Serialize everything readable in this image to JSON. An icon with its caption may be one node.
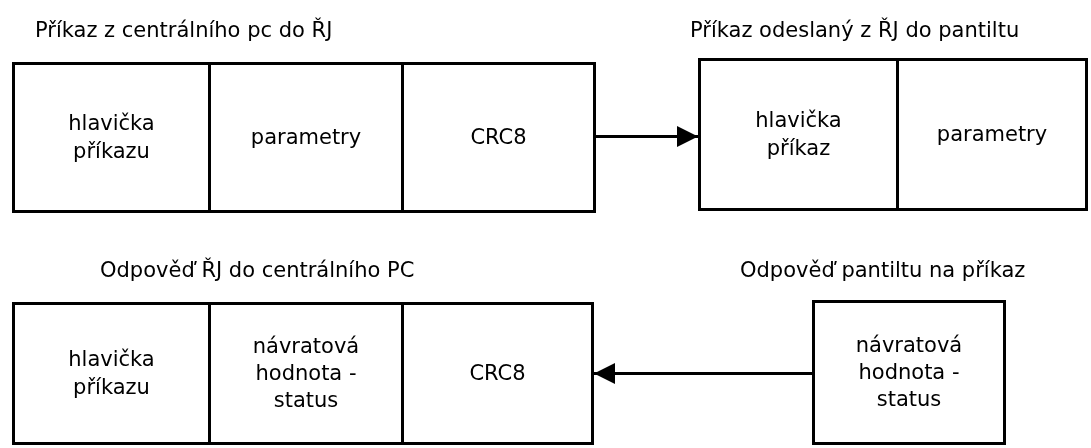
{
  "diagram": {
    "nodes": [
      {
        "text": [
          "Příkaz z centrálního pc do ŘJ"
        ]
      },
      {
        "text": [
          "hlavička příkazu"
        ],
        "in": 0
      },
      {
        "text": [
          "parametry"
        ],
        "in": 0
      },
      {
        "text": [
          "CRC8"
        ],
        "in": 0
      },
      {
        "text": [
          "Příkaz odeslaný z ŘJ do pantiltu"
        ]
      },
      {
        "text": [
          "hlavička příkaz"
        ],
        "in": 4
      },
      {
        "text": [
          "parametry"
        ],
        "in": 4
      },
      {
        "text": [
          "Odpověď ŘJ do centrálního PC"
        ]
      },
      {
        "text": [
          "hlavička příkazu"
        ],
        "in": 7
      },
      {
        "text": [
          "návratová hodnota - status"
        ],
        "in": 7
      },
      {
        "text": [
          "CRC8"
        ],
        "in": 7
      },
      {
        "text": [
          "Odpověď pantiltu na příkaz",
          "návratová hodnota - status"
        ]
      }
    ],
    "edges": [
      {
        "from": 0,
        "to": 4,
        "arrow": "to"
      },
      {
        "from": 11,
        "to": 7,
        "arrow": "to"
      }
    ]
  }
}
